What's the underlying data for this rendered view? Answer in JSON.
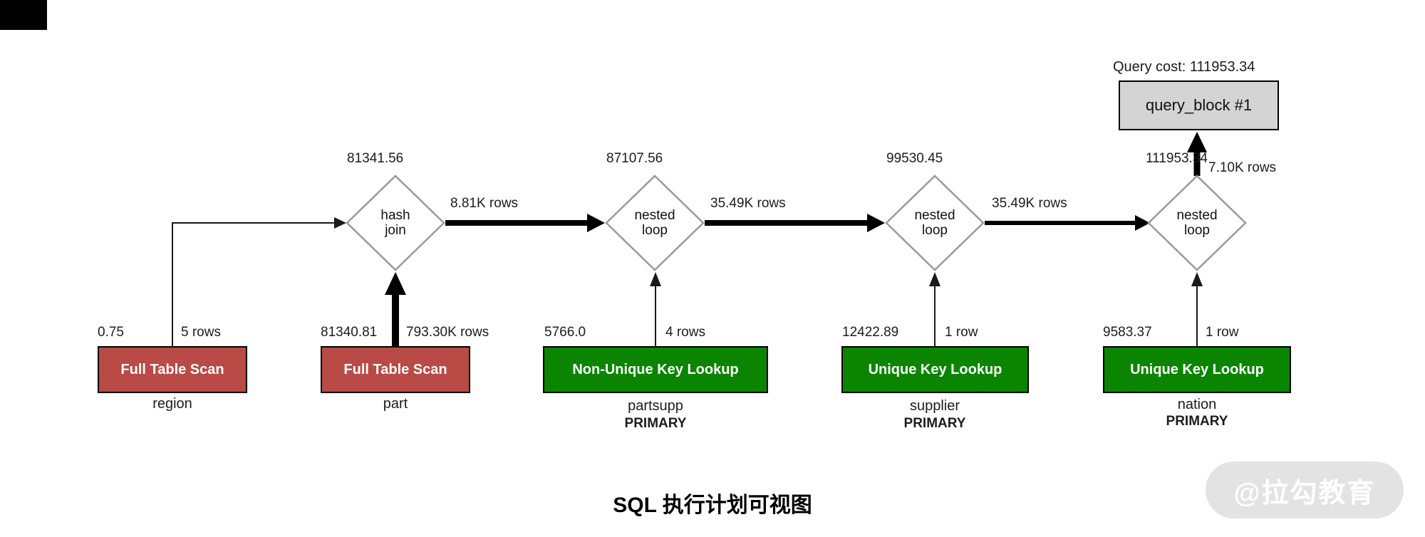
{
  "diagram": {
    "caption": "SQL 执行计划可视图",
    "watermark": "@拉勾教育",
    "query_cost_label": "Query cost: 111953.34",
    "root": {
      "label": "query_block #1"
    },
    "operators": [
      {
        "name": "hash join",
        "line1": "hash",
        "line2": "join",
        "cost": "81341.56",
        "out_rows": "8.81K rows"
      },
      {
        "name": "nested loop",
        "line1": "nested",
        "line2": "loop",
        "cost": "87107.56",
        "out_rows": "35.49K rows"
      },
      {
        "name": "nested loop",
        "line1": "nested",
        "line2": "loop",
        "cost": "99530.45",
        "out_rows": "35.49K rows"
      },
      {
        "name": "nested loop",
        "line1": "nested",
        "line2": "loop",
        "cost": "111953.34",
        "out_rows": "7.10K rows"
      }
    ],
    "tables": [
      {
        "access": "Full Table Scan",
        "cost": "0.75",
        "rows": "5 rows",
        "table": "region"
      },
      {
        "access": "Full Table Scan",
        "cost": "81340.81",
        "rows": "793.30K rows",
        "table": "part"
      },
      {
        "access": "Non-Unique Key Lookup",
        "cost": "5766.0",
        "rows": "4 rows",
        "table": "partsupp",
        "index": "PRIMARY"
      },
      {
        "access": "Unique Key Lookup",
        "cost": "12422.89",
        "rows": "1 row",
        "table": "supplier",
        "index": "PRIMARY"
      },
      {
        "access": "Unique Key Lookup",
        "cost": "9583.37",
        "rows": "1 row",
        "table": "nation",
        "index": "PRIMARY"
      }
    ],
    "colors": {
      "full_table_scan": "#b94a45",
      "key_lookup": "#0b8500",
      "query_block_fill": "#d4d4d4",
      "diamond_stroke": "#9a9a9a",
      "watermark_bg": "#e3e3e3"
    }
  }
}
